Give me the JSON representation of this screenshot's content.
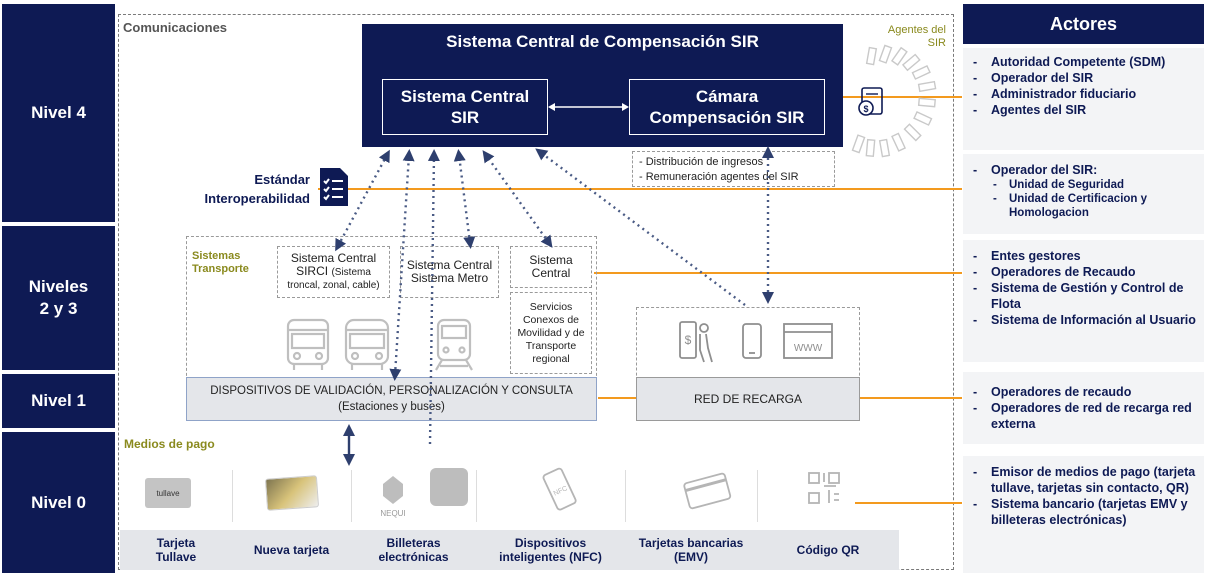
{
  "levels": {
    "n4": "Nivel 4",
    "n23_a": "Niveles",
    "n23_b": "2 y 3",
    "n1": "Nivel 1",
    "n0": "Nivel 0"
  },
  "comunicaciones": "Comunicaciones",
  "central": {
    "title": "Sistema Central de Compensación SIR",
    "left_a": "Sistema Central",
    "left_b": "SIR",
    "right_a": "Cámara",
    "right_b": "Compensación SIR"
  },
  "agentes": {
    "a": "Agentes del",
    "b": "SIR"
  },
  "estandar": {
    "a": "Estándar",
    "b": "Interoperabilidad"
  },
  "distribucion": {
    "a": "- Distribución de ingresos",
    "b": "- Remuneración agentes del SIR"
  },
  "sistemas_transporte": {
    "a": "Sistemas",
    "b": "Transporte"
  },
  "sirci": {
    "a": "Sistema Central",
    "b": "SIRCI",
    "c": "(Sistema",
    "d": "troncal, zonal, cable)"
  },
  "metro": {
    "a": "Sistema Central",
    "b": "Sistema Metro"
  },
  "sist_central": {
    "a": "Sistema",
    "b": "Central"
  },
  "servicios": [
    "Servicios",
    "Conexos de",
    "Movilidad y de",
    "Transporte",
    "regional"
  ],
  "dispositivos": {
    "a": "DISPOSITIVOS DE VALIDACIÓN, PERSONALIZACIÓN Y CONSULTA",
    "b": "(Estaciones y buses)"
  },
  "red_recarga": "RED DE RECARGA",
  "medios_pago": "Medios de pago",
  "card_texts": {
    "tullave": "tullave",
    "nequi": "NEQUI",
    "nfc": "NFC",
    "www": "WWW"
  },
  "payment_labels": [
    {
      "a": "Tarjeta",
      "b": "Tullave"
    },
    {
      "a": "Nueva tarjeta",
      "b": ""
    },
    {
      "a": "Billeteras",
      "b": "electrónicas"
    },
    {
      "a": "Dispositivos",
      "b": "inteligentes (NFC)"
    },
    {
      "a": "Tarjetas bancarias",
      "b": "(EMV)"
    },
    {
      "a": "Código QR",
      "b": ""
    }
  ],
  "actores": {
    "title": "Actores",
    "g4": [
      "Autoridad Competente (SDM)",
      "Operador del SIR",
      "Administrador fiduciario",
      "Agentes del SIR"
    ],
    "gstd_head": "Operador del SIR:",
    "gstd_sub": [
      "Unidad de Seguridad",
      "Unidad de Certificacion y Homologacion"
    ],
    "g23": [
      "Entes gestores",
      "Operadores de Recaudo",
      "Sistema de Gestión y Control de Flota",
      "Sistema de Información al Usuario"
    ],
    "g1": [
      "Operadores de recaudo",
      "Operadores de red de recarga red externa"
    ],
    "g0": [
      "Emisor de medios de pago (tarjeta tullave, tarjetas sin contacto, QR)",
      "Sistema bancario (tarjetas EMV y billeteras electrónicas)"
    ]
  },
  "colors": {
    "navy": "#0e1a54",
    "orange": "#f39a1e",
    "olive": "#8a8a1e",
    "grey_box": "#e4e6ea"
  }
}
